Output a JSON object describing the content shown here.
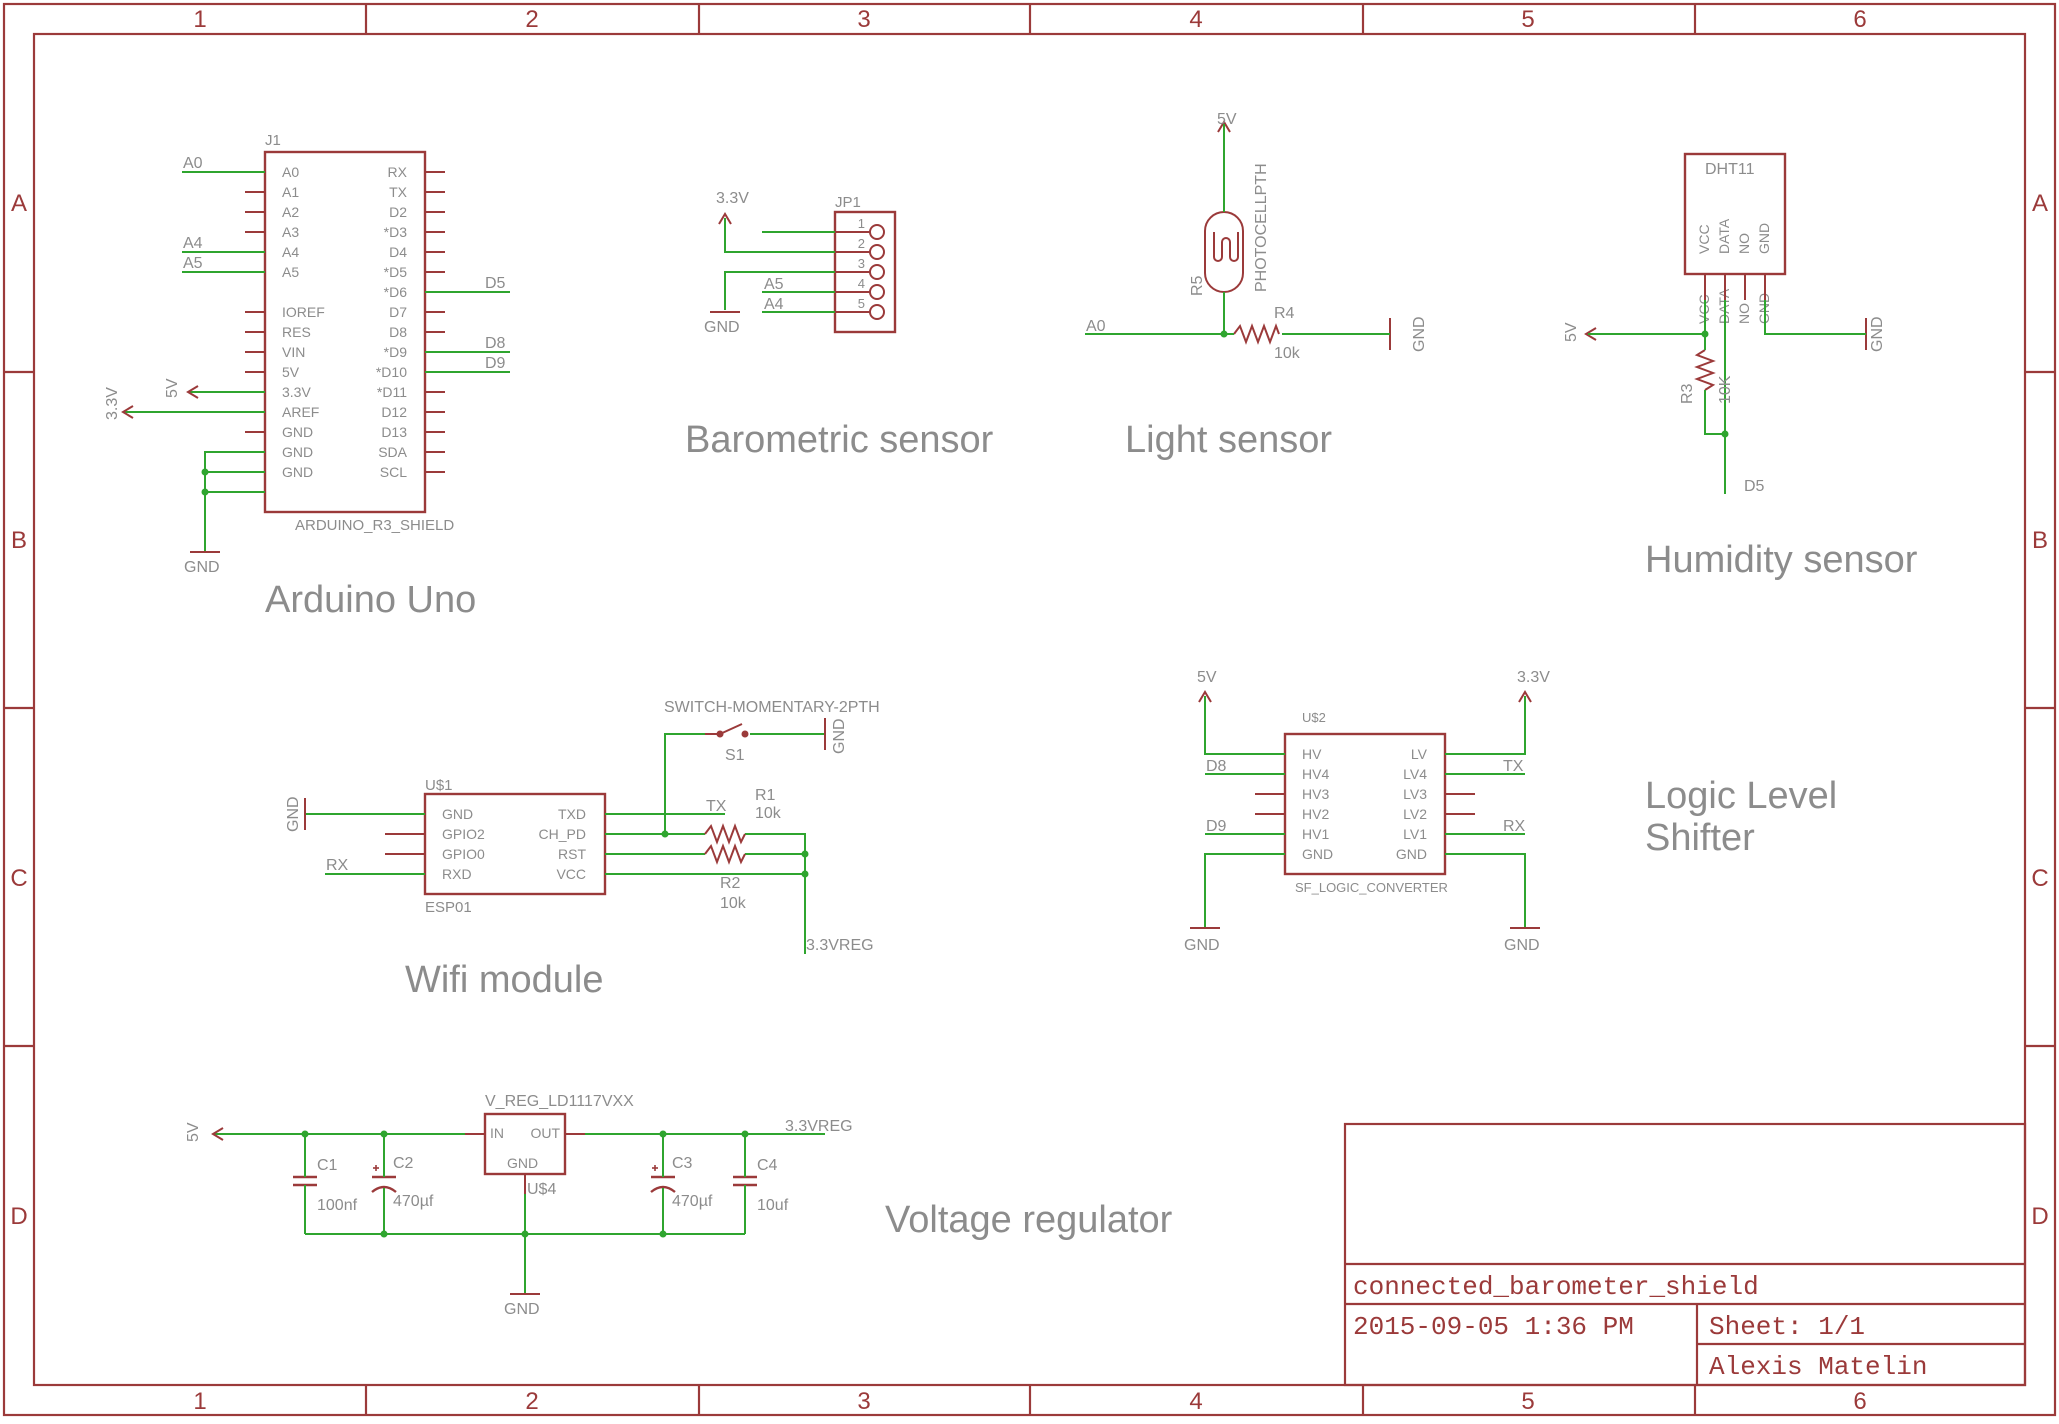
{
  "colors": {
    "frame": "#9b3a3a",
    "wire": "#2fa52f",
    "text": "#8c8c8c",
    "label": "#6b2222"
  },
  "frame": {
    "columns": [
      "1",
      "2",
      "3",
      "4",
      "5",
      "6"
    ],
    "rows": [
      "A",
      "B",
      "C",
      "D"
    ]
  },
  "arduino": {
    "ref": "J1",
    "part": "ARDUINO_R3_SHIELD",
    "title": "Arduino Uno",
    "left_pins": [
      "A0",
      "A1",
      "A2",
      "A3",
      "A4",
      "A5",
      "IOREF",
      "RES",
      "VIN",
      "5V",
      "3.3V",
      "AREF",
      "GND",
      "GND",
      "GND"
    ],
    "right_pins": [
      "RX",
      "TX",
      "D2",
      "*D3",
      "D4",
      "*D5",
      "*D6",
      "D7",
      "D8",
      "*D9",
      "*D10",
      "*D11",
      "D12",
      "D13",
      "SDA",
      "SCL"
    ],
    "nets": {
      "a0": "A0",
      "a4": "A4",
      "a5": "A5",
      "v5": "5V",
      "v33": "3.3V",
      "gnd": "GND",
      "d5": "D5",
      "d8": "D8",
      "d9": "D9"
    }
  },
  "barometric": {
    "ref": "JP1",
    "title": "Barometric sensor",
    "pins": [
      "1",
      "2",
      "3",
      "4",
      "5"
    ],
    "nets": {
      "v33": "3.3V",
      "gnd": "GND",
      "a5": "A5",
      "a4": "A4"
    }
  },
  "light": {
    "title": "Light sensor",
    "r5": "R5",
    "photocell": "PHOTOCELLPTH",
    "r4": "R4",
    "r4_value": "10k",
    "nets": {
      "v5": "5V",
      "a0": "A0",
      "gnd": "GND"
    }
  },
  "humidity": {
    "title": "Humidity sensor",
    "ref": "DHT11",
    "pins": [
      "VCC",
      "DATA",
      "NO",
      "GND"
    ],
    "r3": "R3",
    "r3_value": "10K",
    "nets": {
      "v5": "5V",
      "gnd": "GND",
      "d5": "D5"
    }
  },
  "wifi": {
    "title": "Wifi module",
    "ref": "U$1",
    "part": "ESP01",
    "left_pins": [
      "GND",
      "GPIO2",
      "GPIO0",
      "RXD"
    ],
    "right_pins": [
      "TXD",
      "CH_PD",
      "RST",
      "VCC"
    ],
    "switch": "SWITCH-MOMENTARY-2PTH",
    "switch_ref": "S1",
    "r1": "R1",
    "r1_value": "10k",
    "r2": "R2",
    "r2_value": "10k",
    "nets": {
      "gnd": "GND",
      "rx": "RX",
      "tx": "TX",
      "reg": "3.3VREG",
      "sw_gnd": "GND"
    }
  },
  "shifter": {
    "title_line1": "Logic Level",
    "title_line2": "Shifter",
    "ref": "U$2",
    "part": "SF_LOGIC_CONVERTER",
    "left_pins": [
      "HV",
      "HV4",
      "HV3",
      "HV2",
      "HV1",
      "GND"
    ],
    "right_pins": [
      "LV",
      "LV4",
      "LV3",
      "LV2",
      "LV1",
      "GND"
    ],
    "nets": {
      "v5": "5V",
      "v33": "3.3V",
      "d8": "D8",
      "d9": "D9",
      "tx": "TX",
      "rx": "RX",
      "gnd_l": "GND",
      "gnd_r": "GND"
    }
  },
  "regulator": {
    "title": "Voltage regulator",
    "part": "V_REG_LD1117VXX",
    "ref": "U$4",
    "pin_in": "IN",
    "pin_out": "OUT",
    "pin_gnd": "GND",
    "c1": "C1",
    "c1_value": "100nf",
    "c2": "C2",
    "c2_value": "470µf",
    "c3": "C3",
    "c3_value": "470µf",
    "c4": "C4",
    "c4_value": "10uf",
    "nets": {
      "v5": "5V",
      "reg": "3.3VREG",
      "gnd": "GND"
    }
  },
  "title_block": {
    "name": "connected_barometer_shield",
    "date": "2015-09-05 1:36 PM",
    "sheet": "Sheet: 1/1",
    "author": "Alexis Matelin"
  }
}
